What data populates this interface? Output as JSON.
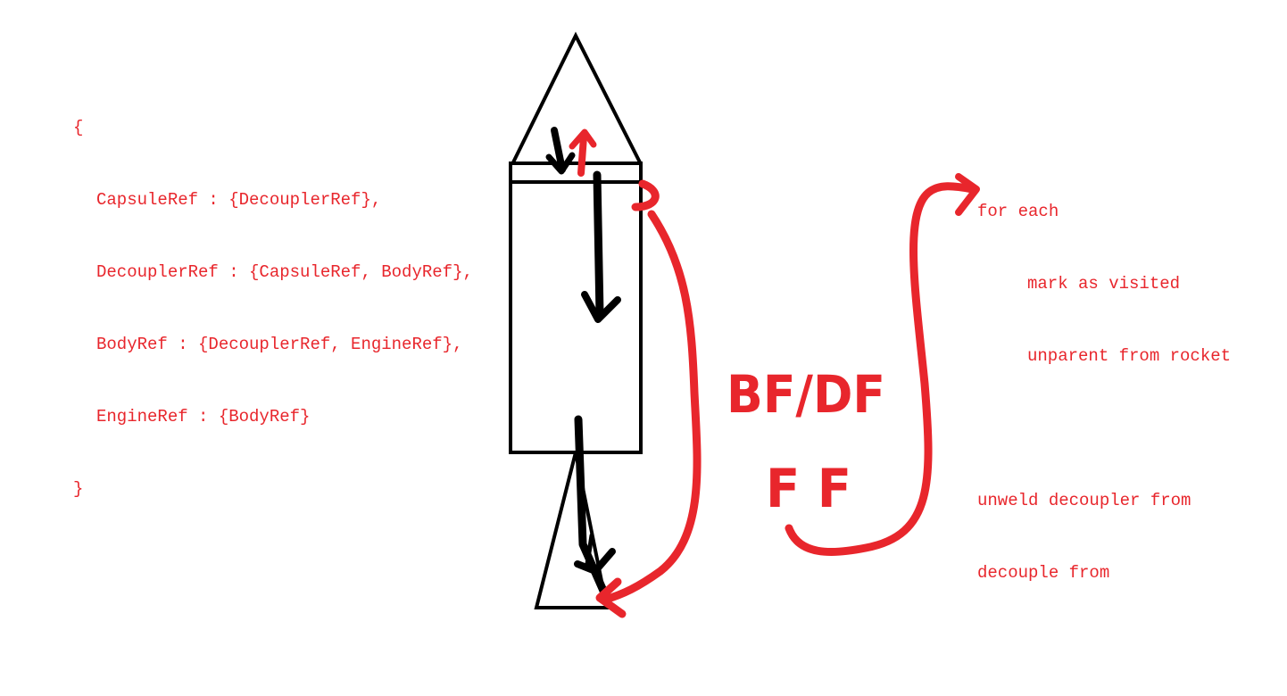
{
  "adjacency": {
    "open_brace": "{",
    "close_brace": "}",
    "lines": [
      "CapsuleRef : {DecouplerRef},",
      "DecouplerRef : {CapsuleRef, BodyRef},",
      "BodyRef : {DecouplerRef, EngineRef},",
      "EngineRef : {BodyRef}"
    ]
  },
  "notes": {
    "loop_header": "for each",
    "loop_steps": [
      "mark as visited",
      "unparent from rocket"
    ],
    "actions": [
      "unweld decoupler from",
      "decouple from"
    ]
  },
  "hand_labels": {
    "search_modes": "BF/DF",
    "choices": "F F"
  },
  "colors": {
    "annotation_red": "#e8262c",
    "rocket_black": "#000000"
  }
}
